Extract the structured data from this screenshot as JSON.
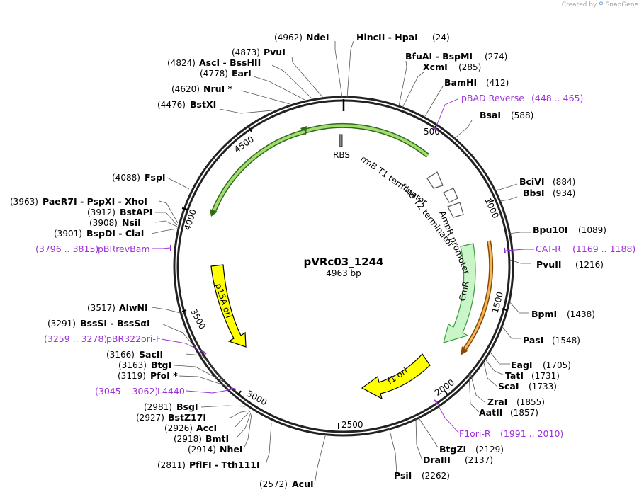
{
  "header": {
    "credit": "Created by",
    "brand": "SnapGene"
  },
  "plasmid": {
    "name": "pVRc03_1244",
    "length_label": "4963 bp",
    "length": 4963
  },
  "ticks": [
    "500",
    "1000",
    "1500",
    "2000",
    "2500",
    "3000",
    "3500",
    "4000",
    "4500"
  ],
  "sites": [
    {
      "name": "NdeI",
      "pos": "(4962)"
    },
    {
      "name": "HincII  -  HpaI",
      "pos": "(24)"
    },
    {
      "name": "PvuI",
      "pos": "(4873)"
    },
    {
      "name": "AscI  -  BssHII",
      "pos": "(4824)"
    },
    {
      "name": "EarI",
      "pos": "(4778)"
    },
    {
      "name": "NruI *",
      "pos": "(4620)"
    },
    {
      "name": "BstXI",
      "pos": "(4476)"
    },
    {
      "name": "BfuAI  -  BspMI",
      "pos": "(274)"
    },
    {
      "name": "XcmI",
      "pos": "(285)"
    },
    {
      "name": "BamHI",
      "pos": "(412)"
    },
    {
      "name": "BsaI",
      "pos": "(588)"
    },
    {
      "name": "BciVI",
      "pos": "(884)"
    },
    {
      "name": "BbsI",
      "pos": "(934)"
    },
    {
      "name": "Bpu10I",
      "pos": "(1089)"
    },
    {
      "name": "PvuII",
      "pos": "(1216)"
    },
    {
      "name": "BpmI",
      "pos": "(1438)"
    },
    {
      "name": "PasI",
      "pos": "(1548)"
    },
    {
      "name": "EagI",
      "pos": "(1705)"
    },
    {
      "name": "TatI",
      "pos": "(1731)"
    },
    {
      "name": "ScaI",
      "pos": "(1733)"
    },
    {
      "name": "ZraI",
      "pos": "(1855)"
    },
    {
      "name": "AatII",
      "pos": "(1857)"
    },
    {
      "name": "BtgZI",
      "pos": "(2129)"
    },
    {
      "name": "DraIII",
      "pos": "(2137)"
    },
    {
      "name": "PsiI",
      "pos": "(2262)"
    },
    {
      "name": "AcuI",
      "pos": "(2572)"
    },
    {
      "name": "PflFI  -  Tth111I",
      "pos": "(2811)"
    },
    {
      "name": "NheI",
      "pos": "(2914)"
    },
    {
      "name": "BmtI",
      "pos": "(2918)"
    },
    {
      "name": "AccI",
      "pos": "(2926)"
    },
    {
      "name": "BstZ17I",
      "pos": "(2927)"
    },
    {
      "name": "BsgI",
      "pos": "(2981)"
    },
    {
      "name": "PfoI *",
      "pos": "(3119)"
    },
    {
      "name": "BtgI",
      "pos": "(3163)"
    },
    {
      "name": "SacII",
      "pos": "(3166)"
    },
    {
      "name": "BssSI  -  BssSαI",
      "pos": "(3291)"
    },
    {
      "name": "AlwNI",
      "pos": "(3517)"
    },
    {
      "name": "BspDI  -  ClaI",
      "pos": "(3901)"
    },
    {
      "name": "NsiI",
      "pos": "(3908)"
    },
    {
      "name": "BstAPI",
      "pos": "(3912)"
    },
    {
      "name": "PaeR7I  -  PspXI  -  XhoI",
      "pos": "(3963)"
    },
    {
      "name": "FspI",
      "pos": "(4088)"
    }
  ],
  "primers": [
    {
      "name": "pBAD Reverse",
      "range": "(448 .. 465)"
    },
    {
      "name": "CAT-R",
      "range": "(1169 .. 1188)"
    },
    {
      "name": "F1ori-R",
      "range": "(1991 .. 2010)"
    },
    {
      "name": "L4440",
      "range": "(3045 .. 3062)"
    },
    {
      "name": "pBR322ori-F",
      "range": "(3259 .. 3278)"
    },
    {
      "name": "pBRrevBam",
      "range": "(3796 .. 3815)"
    }
  ],
  "features": [
    {
      "name": "RBS"
    },
    {
      "name": "rrnB T1 terminator"
    },
    {
      "name": "rrnB T2 terminator"
    },
    {
      "name": "AmpR promoter"
    },
    {
      "name": "CmR"
    },
    {
      "name": "f1 ori"
    },
    {
      "name": "p15A ori"
    }
  ],
  "colors": {
    "primer": "#9b30d9",
    "terminator_arc": "#9bd66a",
    "cmr_fill": "#c9f5c9",
    "cmr_stroke": "#3c9a3c",
    "f1ori_fill": "#ffff00",
    "p15a_fill": "#ffff00",
    "orf_arc": "#e8a33a"
  }
}
